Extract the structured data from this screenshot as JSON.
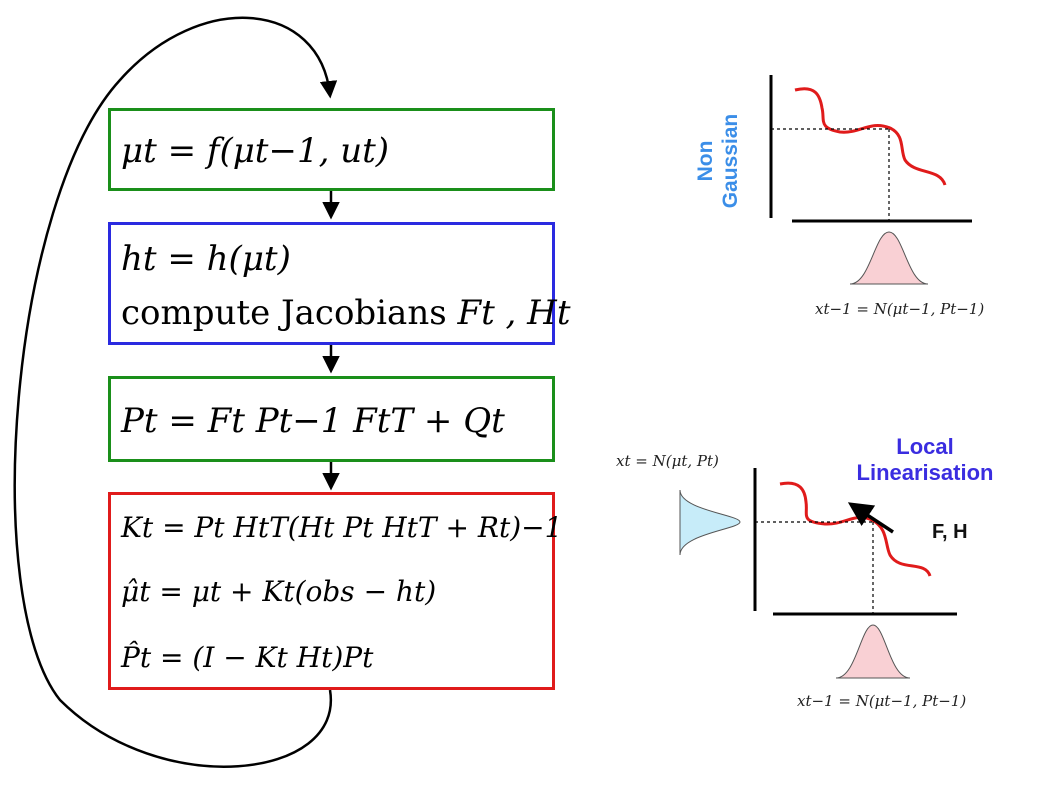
{
  "flow": {
    "predict_mean": {
      "border_color": "#1a8f1a",
      "line1": "μt = f(μt−1, ut)"
    },
    "measurement": {
      "border_color": "#2a2ae0",
      "line1": "ht = h(μt)",
      "line2_text": "compute Jacobians",
      "line2_symbols": "Ft , Ht"
    },
    "predict_cov": {
      "border_color": "#1a8f1a",
      "line1": "Pt = Ft Pt−1 FtT + Qt"
    },
    "update": {
      "border_color": "#e01b1b",
      "line1": "Kt = Pt HtT(Ht Pt HtT + Rt)−1",
      "line2": "μ̂t = μt + Kt(obs − ht)",
      "line3": "P̂t = (I − Kt Ht)Pt"
    }
  },
  "top_panel": {
    "label_line1": "Non",
    "label_line2": "Gaussian",
    "dist_label": "xt−1 = N(μt−1, Pt−1)"
  },
  "bottom_panel": {
    "title_line1": "Local",
    "title_line2": "Linearisation",
    "jacobian_label": "F, H",
    "output_dist_label": "xt = N(μt, Pt)",
    "input_dist_label": "xt−1 = N(μt−1, Pt−1)"
  },
  "colors": {
    "curve": "#e01b1b",
    "pink_fill": "#f9d0d4",
    "blue_fill": "#c7ecf9",
    "label_blue": "#3b8ee8",
    "label_purple": "#3a2de0"
  }
}
